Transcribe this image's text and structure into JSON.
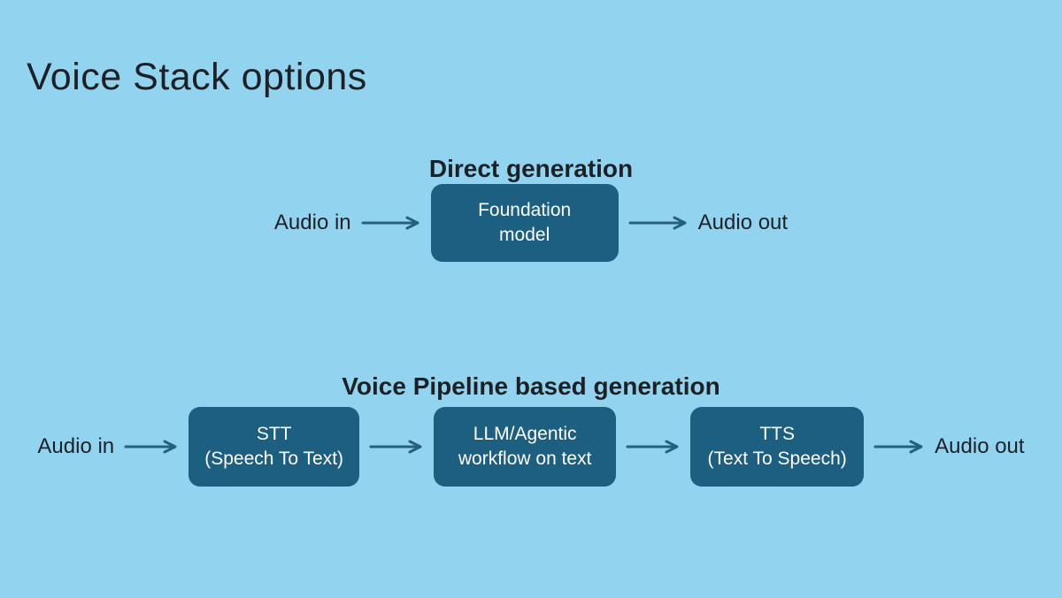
{
  "title": "Voice Stack options",
  "colors": {
    "background": "#92d4f0",
    "box": "#1d5f80",
    "box_text": "#ffffff",
    "text": "#1d2126",
    "arrow": "#25617f"
  },
  "direct": {
    "heading": "Direct generation",
    "input_label": "Audio in",
    "output_label": "Audio out",
    "box": {
      "line1": "Foundation",
      "line2": "model"
    }
  },
  "pipeline": {
    "heading": "Voice Pipeline based generation",
    "input_label": "Audio in",
    "output_label": "Audio out",
    "boxes": [
      {
        "line1": "STT",
        "line2": "(Speech To Text)"
      },
      {
        "line1": "LLM/Agentic",
        "line2": "workflow on text"
      },
      {
        "line1": "TTS",
        "line2": "(Text To Speech)"
      }
    ]
  }
}
